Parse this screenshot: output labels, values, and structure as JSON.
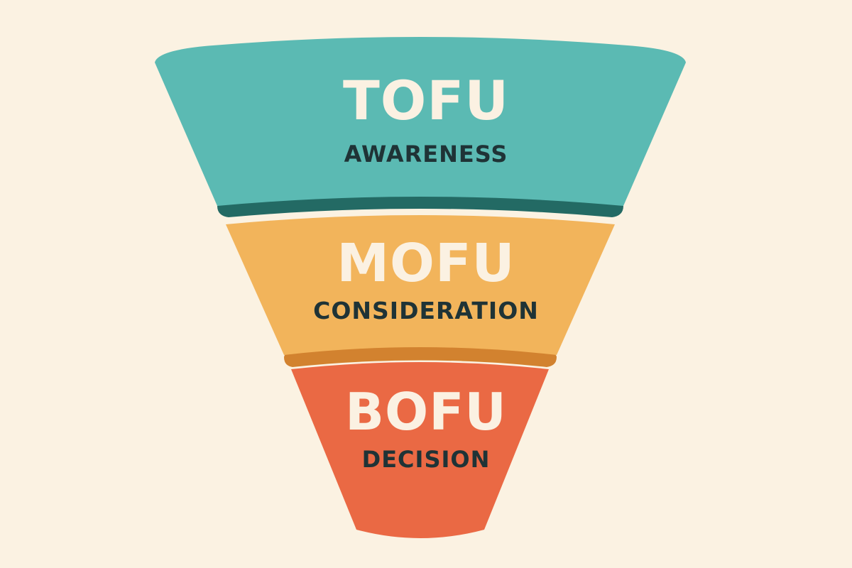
{
  "colors": {
    "background": "#fbf2e2",
    "tofu": "#5bbab3",
    "tofu_rim": "#236a64",
    "mofu": "#f2b45b",
    "mofu_rim": "#d2822f",
    "bofu": "#ea6944",
    "title_text": "#fbf1e2",
    "subtitle_text": "#1f3336"
  },
  "stages": [
    {
      "id": "tofu",
      "title": "TOFU",
      "subtitle": "AWARENESS"
    },
    {
      "id": "mofu",
      "title": "MOFU",
      "subtitle": "CONSIDERATION"
    },
    {
      "id": "bofu",
      "title": "BOFU",
      "subtitle": "DECISION"
    }
  ]
}
